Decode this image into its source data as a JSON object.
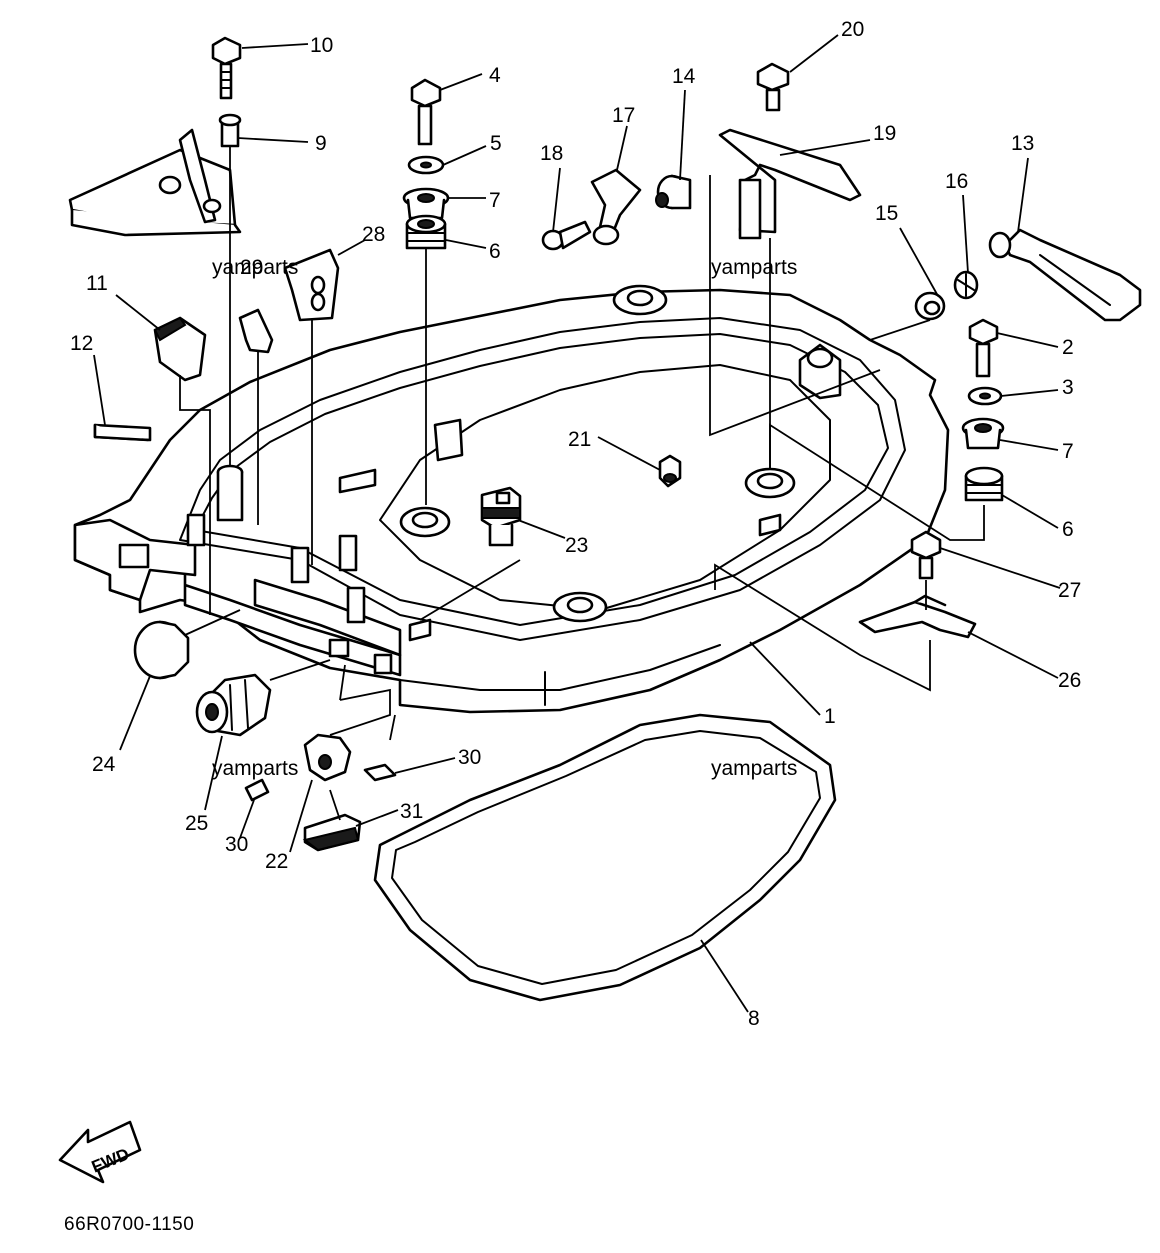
{
  "diagram": {
    "watermark": "yamparts",
    "part_code": "66R0700-1150",
    "fwd_label": "FWD",
    "callouts": {
      "c1": "1",
      "c2": "2",
      "c3": "3",
      "c4": "4",
      "c5": "5",
      "c6a": "6",
      "c6b": "6",
      "c7a": "7",
      "c7b": "7",
      "c8": "8",
      "c9": "9",
      "c10": "10",
      "c11": "11",
      "c12": "12",
      "c13": "13",
      "c14": "14",
      "c15": "15",
      "c16": "16",
      "c17": "17",
      "c18": "18",
      "c19": "19",
      "c20": "20",
      "c21": "21",
      "c22": "22",
      "c23": "23",
      "c24": "24",
      "c25": "25",
      "c26": "26",
      "c27": "27",
      "c28": "28",
      "c29": "29",
      "c30a": "30",
      "c30b": "30",
      "c31": "31"
    }
  }
}
